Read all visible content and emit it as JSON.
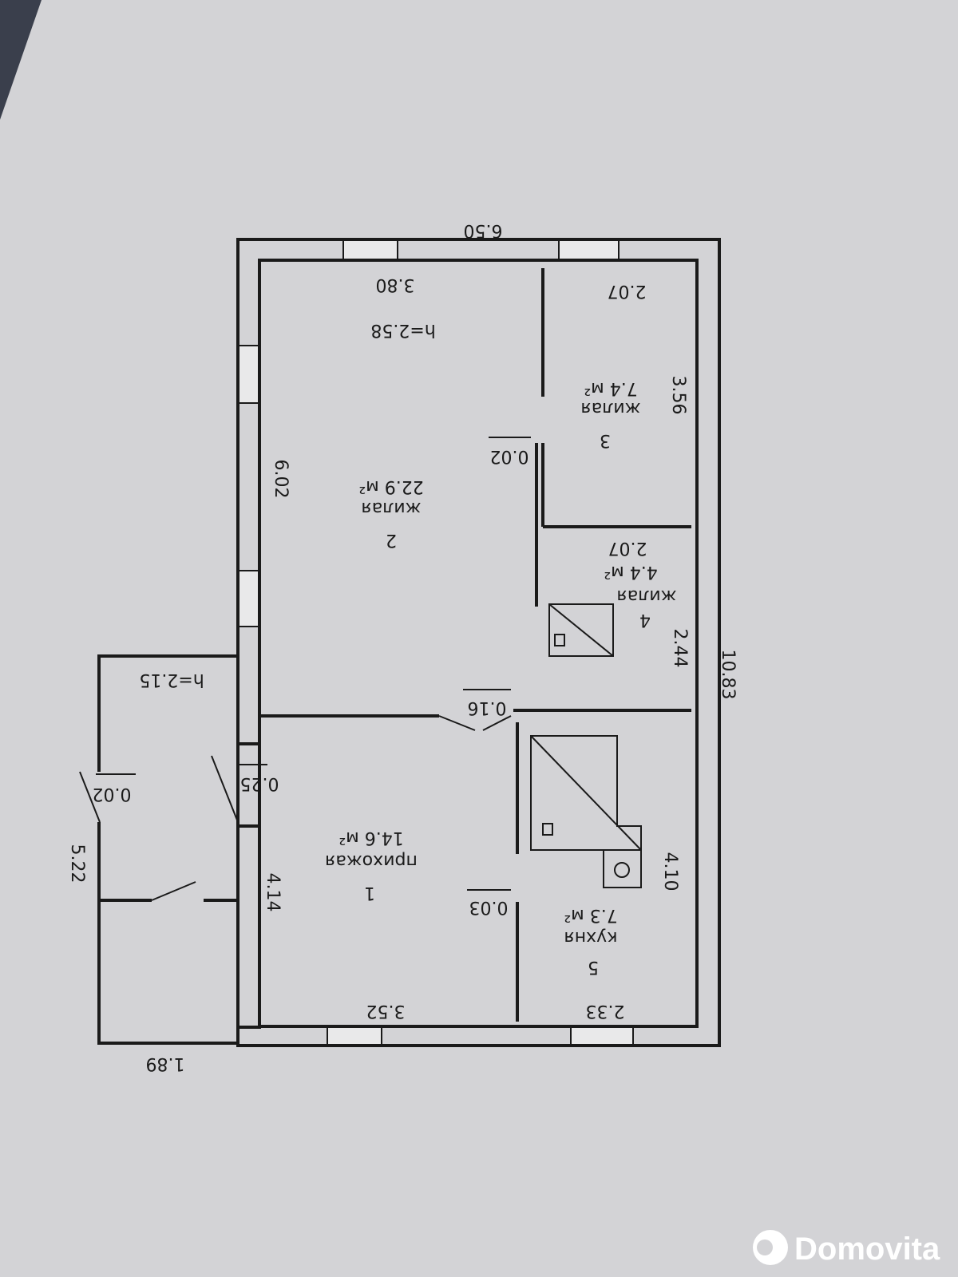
{
  "dimensions": {
    "overall_width": "6.50",
    "overall_length": "10.83",
    "room2_width": "3.80",
    "room3_width": "2.07",
    "room3_length": "3.56",
    "room2_length": "6.02",
    "room2_offset": "0.02",
    "room4_width": "2.07",
    "room4_length": "2.44",
    "door_offset_main": "0.16",
    "wall_offset": "0.25",
    "porch_offset": "0.02",
    "porch_length": "5.22",
    "room1_length": "4.14",
    "room1_offset": "0.03",
    "kitchen_length": "4.10",
    "room1_width": "3.52",
    "kitchen_width": "2.33",
    "porch_width": "1.89"
  },
  "heights": {
    "main": "h=2.58",
    "porch": "h=2.15"
  },
  "rooms": [
    {
      "number": "1",
      "name": "прихожая",
      "area": "14.6 м²"
    },
    {
      "number": "2",
      "name": "жилая",
      "area": "22.9 м²"
    },
    {
      "number": "3",
      "name": "жилая",
      "area": "7.4 м²"
    },
    {
      "number": "4",
      "name": "жилая",
      "area": "4.4 м²"
    },
    {
      "number": "5",
      "name": "кухня",
      "area": "7.3 м²"
    }
  ],
  "watermark": {
    "text": "Domovita"
  }
}
